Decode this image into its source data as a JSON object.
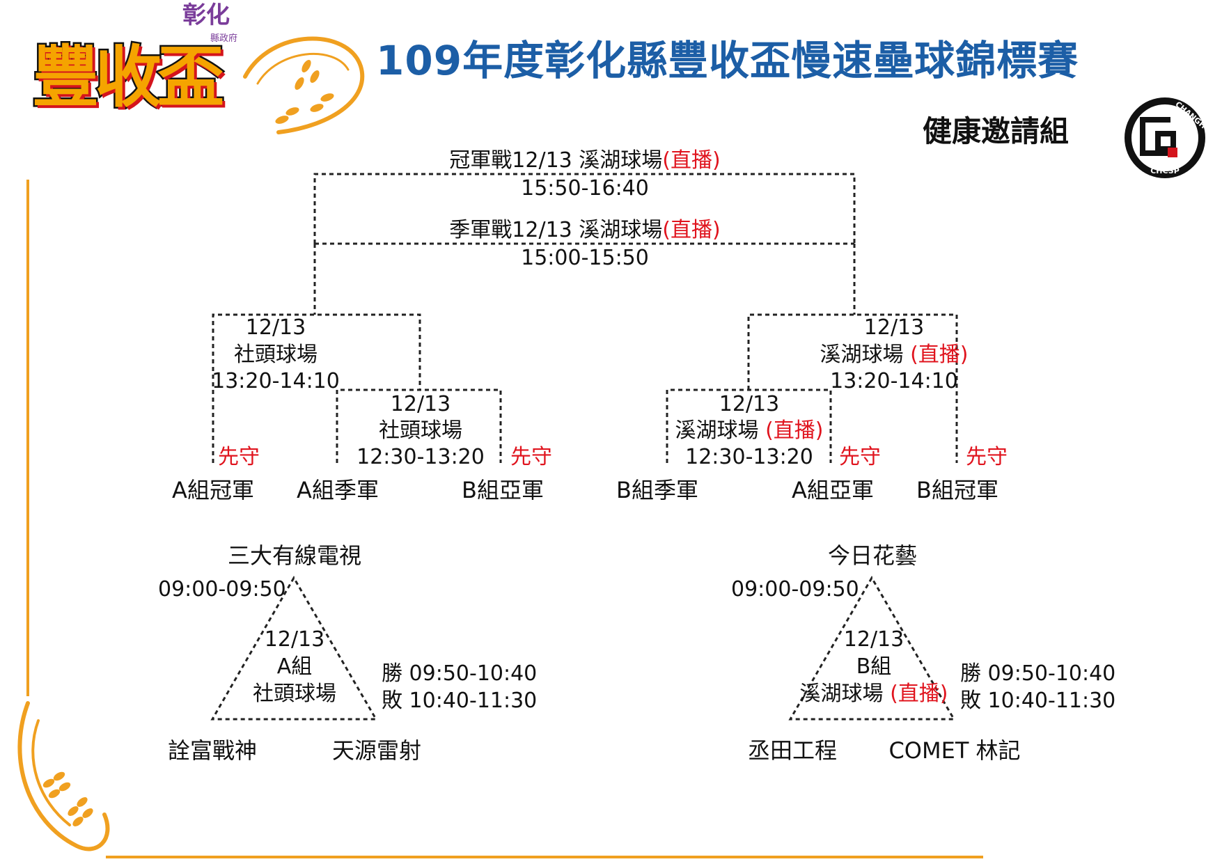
{
  "header": {
    "title": "109年度彰化縣豐收盃慢速壘球錦標賽",
    "division": "健康邀請組",
    "logo": {
      "county": "彰化",
      "county_sub": "縣政府",
      "name": "豐收盃"
    },
    "badge": {
      "top_text": "CHANGHUA",
      "bottom_text": "CHCSP"
    }
  },
  "colors": {
    "title_blue": "#1c5ea6",
    "live_red": "#e0141e",
    "accent_orange": "#f0a020"
  },
  "final": {
    "label": "冠軍戰12/13 溪湖球場",
    "live": "(直播)",
    "time": "15:50-16:40"
  },
  "third_place": {
    "label": "季軍戰12/13 溪湖球場",
    "live": "(直播)",
    "time": "15:00-15:50"
  },
  "left_semi": {
    "date": "12/13",
    "venue": "社頭球場",
    "time": "13:20-14:10"
  },
  "left_quarter": {
    "date": "12/13",
    "venue": "社頭球場",
    "time": "12:30-13:20"
  },
  "right_semi": {
    "date": "12/13",
    "venue": "溪湖球場",
    "live": "(直播)",
    "time": "13:20-14:10"
  },
  "right_quarter": {
    "date": "12/13",
    "venue": "溪湖球場",
    "live": "(直播)",
    "time": "12:30-13:20"
  },
  "first_defense": "先守",
  "bracket_slots": [
    "A組冠軍",
    "A組季軍",
    "B組亞軍",
    "B組季軍",
    "A組亞軍",
    "B組冠軍"
  ],
  "group_a": {
    "top_team": "三大有線電視",
    "left_team": "詮富戰神",
    "right_team": "天源雷射",
    "first_game": "09:00-09:50",
    "date": "12/13",
    "group": "A組",
    "venue": "社頭球場",
    "win_game": "勝 09:50-10:40",
    "lose_game": "敗 10:40-11:30"
  },
  "group_b": {
    "top_team": "今日花藝",
    "left_team": "丞田工程",
    "right_team": "COMET 林記",
    "first_game": "09:00-09:50",
    "date": "12/13",
    "group": "B組",
    "venue": "溪湖球場",
    "live": "(直播)",
    "win_game": "勝 09:50-10:40",
    "lose_game": "敗 10:40-11:30"
  }
}
